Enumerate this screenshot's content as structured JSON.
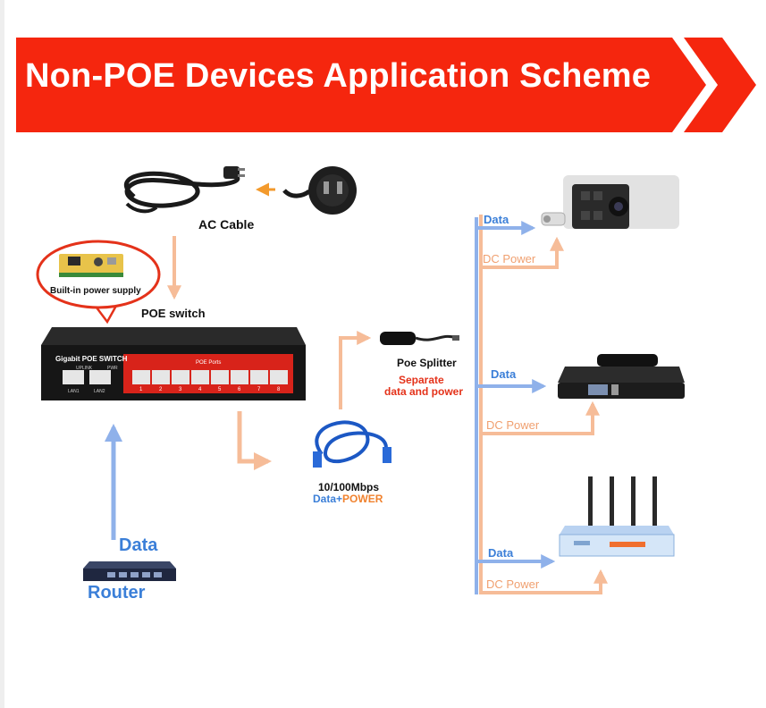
{
  "banner": {
    "title": "Non-POE Devices Application Scheme",
    "color": "#f5260e"
  },
  "colors": {
    "blue_arrow": "#8fb1ea",
    "orange_arrow": "#f6bc98",
    "red_label": "#e4321a",
    "blue_label": "#3b7fd8"
  },
  "left": {
    "ac_cable_label": "AC Cable",
    "builtin_power_label": "Built-in power supply",
    "poe_switch_label": "POE switch",
    "switch_brand": "Gigabit POE SWITCH",
    "switch_poe_ports": "POE Ports",
    "switch_uplink": "UPLINK",
    "switch_pwr": "PWR",
    "switch_lan1": "LAN1",
    "switch_lan2": "LAN2",
    "port_numbers": [
      "1",
      "2",
      "3",
      "4",
      "5",
      "6",
      "7",
      "8"
    ],
    "data_label": "Data",
    "router_label": "Router"
  },
  "middle": {
    "poe_splitter_label": "Poe Splitter",
    "separate_line1": "Separate",
    "separate_line2": "data and power",
    "speed_label": "10/100Mbps",
    "data_plus": "Data+",
    "power_word": "POWER"
  },
  "right": {
    "camera": {
      "data_label": "Data",
      "power_label": "DC Power"
    },
    "phone": {
      "data_label": "Data",
      "power_label": "DC Power"
    },
    "router": {
      "data_label": "Data",
      "power_label": "DC Power"
    }
  }
}
